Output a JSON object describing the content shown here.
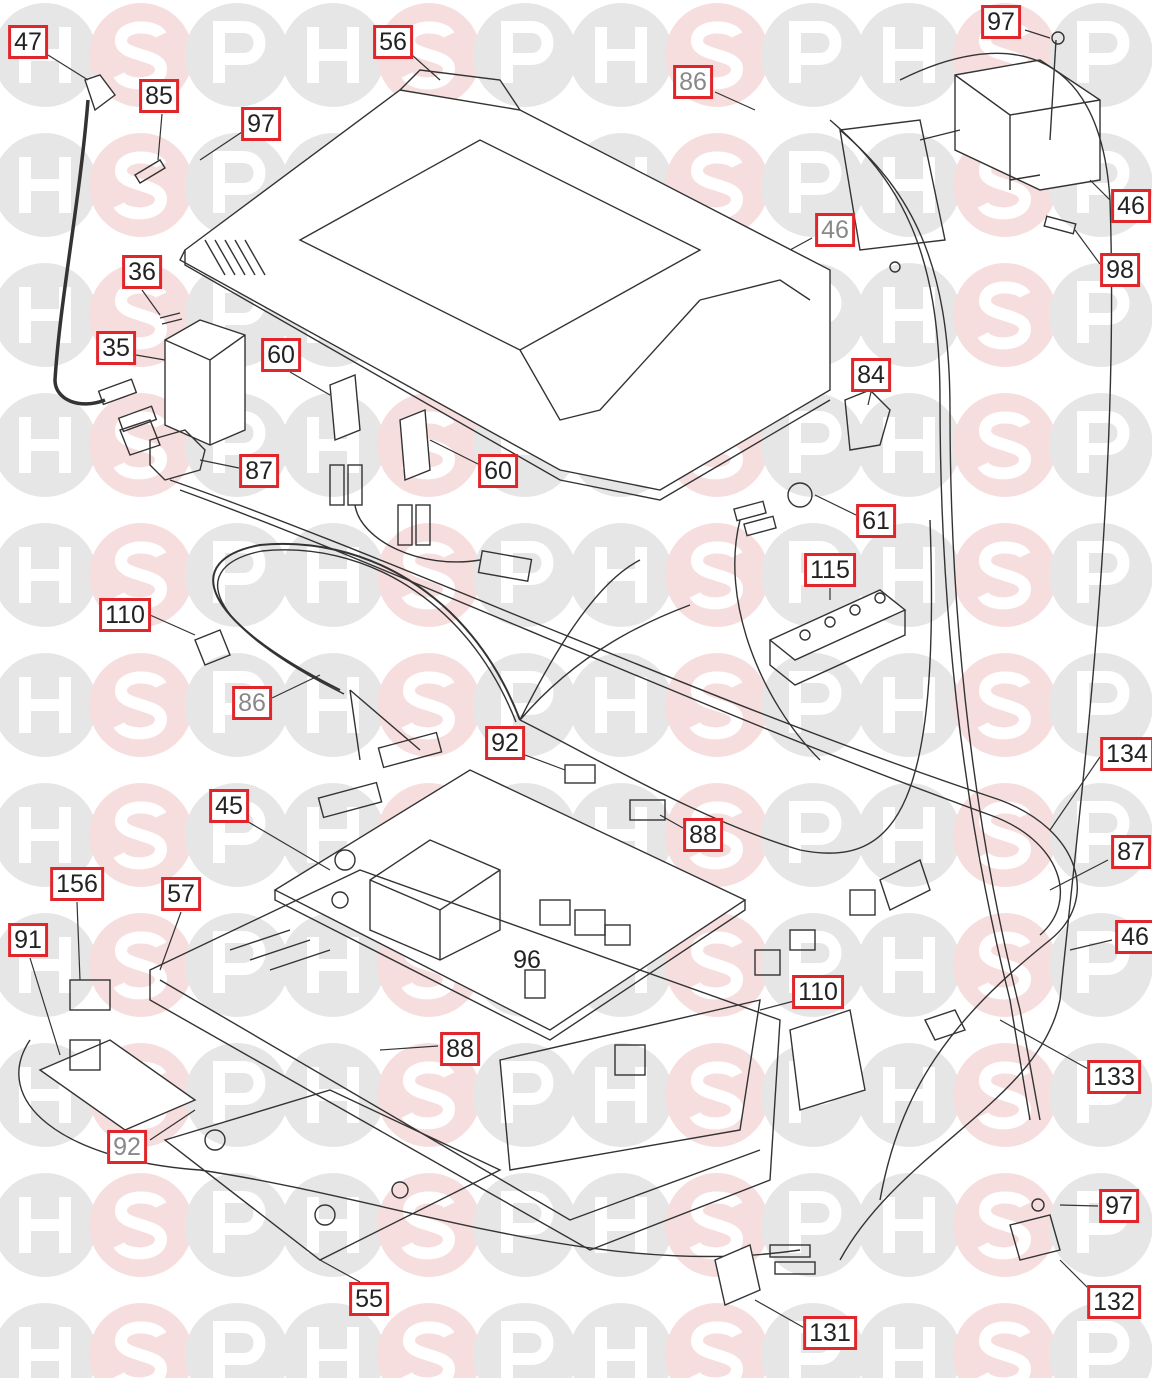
{
  "diagram": {
    "watermark_letters": [
      "H",
      "S",
      "P"
    ],
    "colors": {
      "callout_border": "#e0252b",
      "watermark_grey": "#e6e6e6",
      "watermark_pink": "#f7dede",
      "line": "#333333"
    },
    "callouts": [
      {
        "id": "c47",
        "text": "47"
      },
      {
        "id": "c56",
        "text": "56"
      },
      {
        "id": "c86a",
        "text": "86"
      },
      {
        "id": "c97a",
        "text": "97"
      },
      {
        "id": "c85",
        "text": "85"
      },
      {
        "id": "c97b",
        "text": "97"
      },
      {
        "id": "c46a",
        "text": "46"
      },
      {
        "id": "c46b",
        "text": "46"
      },
      {
        "id": "c98",
        "text": "98"
      },
      {
        "id": "c36",
        "text": "36"
      },
      {
        "id": "c35",
        "text": "35"
      },
      {
        "id": "c60a",
        "text": "60"
      },
      {
        "id": "c84",
        "text": "84"
      },
      {
        "id": "c87a",
        "text": "87"
      },
      {
        "id": "c60b",
        "text": "60"
      },
      {
        "id": "c61",
        "text": "61"
      },
      {
        "id": "c115",
        "text": "115"
      },
      {
        "id": "c110a",
        "text": "110"
      },
      {
        "id": "c86b",
        "text": "86"
      },
      {
        "id": "c92a",
        "text": "92"
      },
      {
        "id": "c134",
        "text": "134"
      },
      {
        "id": "c45",
        "text": "45"
      },
      {
        "id": "c88a",
        "text": "88"
      },
      {
        "id": "c87b",
        "text": "87"
      },
      {
        "id": "c156",
        "text": "156"
      },
      {
        "id": "c57",
        "text": "57"
      },
      {
        "id": "c91",
        "text": "91"
      },
      {
        "id": "c46c",
        "text": "46"
      },
      {
        "id": "c96",
        "text": "96"
      },
      {
        "id": "c110b",
        "text": "110"
      },
      {
        "id": "c88b",
        "text": "88"
      },
      {
        "id": "c133",
        "text": "133"
      },
      {
        "id": "c92b",
        "text": "92"
      },
      {
        "id": "c97c",
        "text": "97"
      },
      {
        "id": "c55",
        "text": "55"
      },
      {
        "id": "c132",
        "text": "132"
      },
      {
        "id": "c131",
        "text": "131"
      }
    ]
  }
}
